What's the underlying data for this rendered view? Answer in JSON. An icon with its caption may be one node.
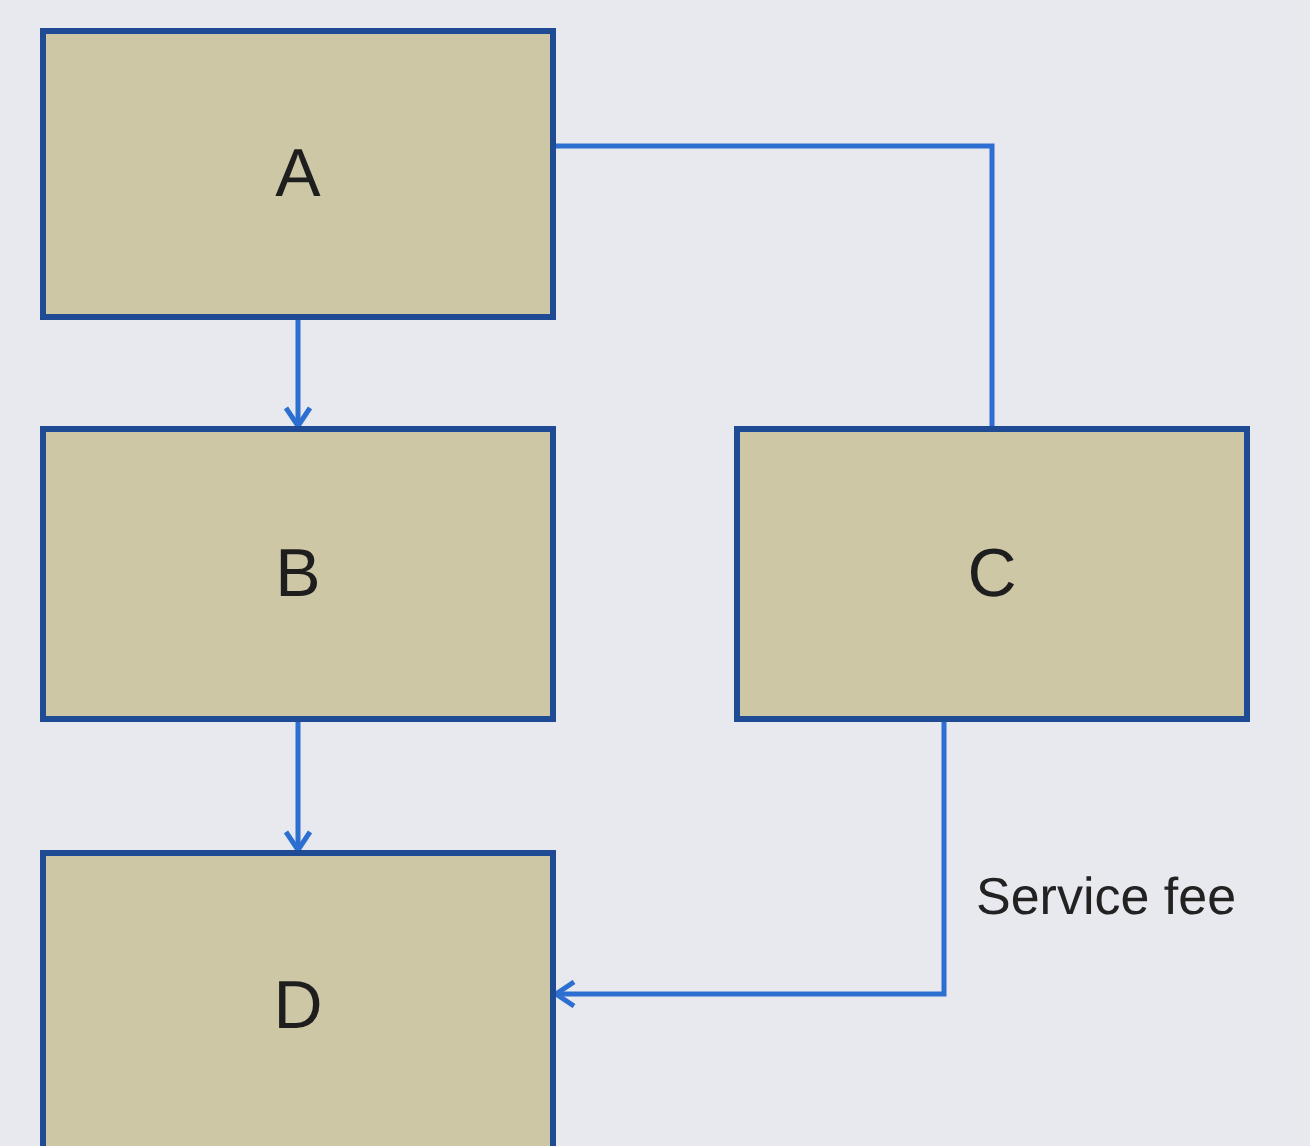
{
  "diagram": {
    "nodes": [
      {
        "text": [
          "A"
        ]
      },
      {
        "text": [
          "B"
        ]
      },
      {
        "text": [
          "C"
        ]
      },
      {
        "text": [
          "D"
        ]
      }
    ],
    "edges": [
      {
        "from": 0,
        "to": 1,
        "arrow": "to"
      },
      {
        "from": 1,
        "to": 3,
        "arrow": "to"
      },
      {
        "from": 0,
        "to": 2,
        "arrow": "none"
      },
      {
        "from": 2,
        "to": 3,
        "arrow": "to",
        "label": "Service fee"
      }
    ]
  }
}
